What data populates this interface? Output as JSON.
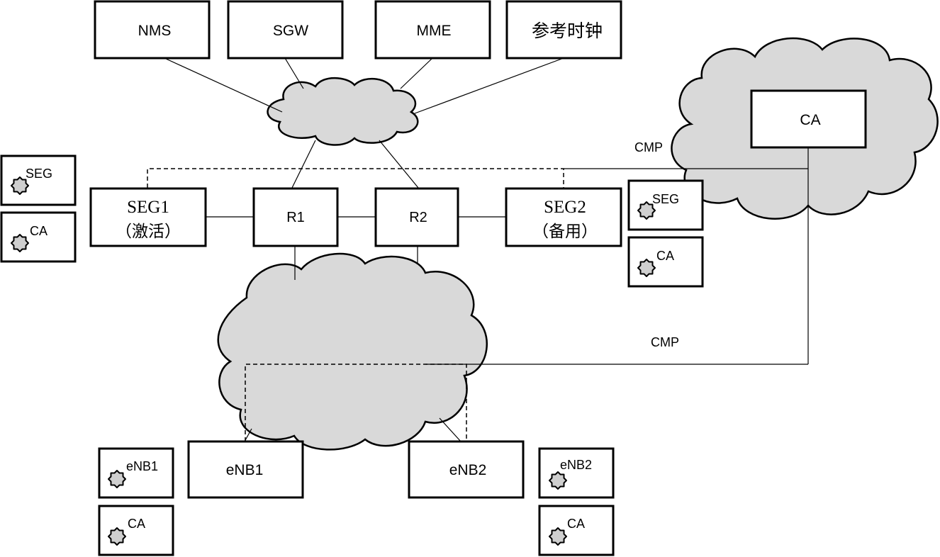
{
  "nodes": {
    "nms": "NMS",
    "sgw": "SGW",
    "mme": "MME",
    "clock": "参考时钟",
    "ca": "CA",
    "seg1": {
      "line1": "SEG1",
      "line2": "（激活）"
    },
    "seg2": {
      "line1": "SEG2",
      "line2": "（备用）"
    },
    "r1": "R1",
    "r2": "R2",
    "enb1": "eNB1",
    "enb2": "eNB2"
  },
  "links": {
    "cmp_top": "CMP",
    "cmp_bottom": "CMP"
  },
  "certificates": {
    "left_seg": "SEG",
    "left_ca": "CA",
    "right_seg": "SEG",
    "right_ca": "CA",
    "enb1_cert": "eNB1",
    "enb1_ca": "CA",
    "enb2_cert": "eNB2",
    "enb2_ca": "CA"
  },
  "icons": {
    "certificate": "certificate-star-icon",
    "network": "network-cloud-icon"
  },
  "colors": {
    "cloud_fill": "#d9d9d9",
    "line": "#000000",
    "background": "#ffffff"
  }
}
